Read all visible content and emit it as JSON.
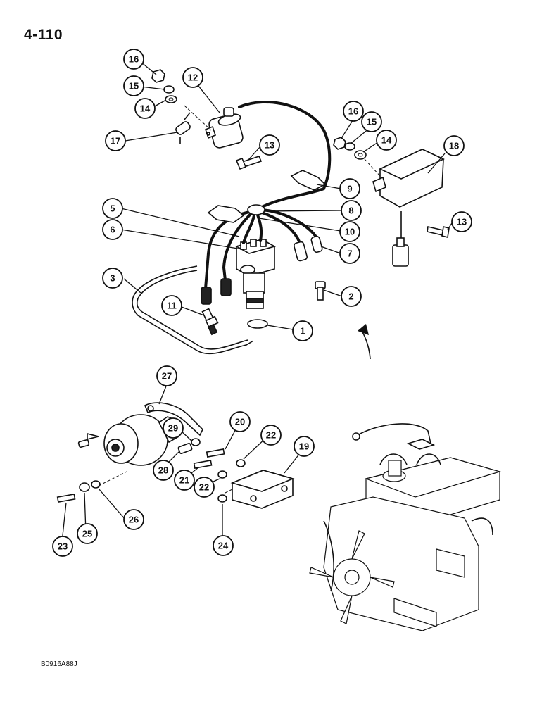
{
  "page": {
    "number": "4-110",
    "figure_code": "B0916A88J"
  },
  "callouts": [
    "1",
    "2",
    "3",
    "5",
    "6",
    "7",
    "8",
    "9",
    "10",
    "11",
    "12",
    "13",
    "13",
    "14",
    "14",
    "15",
    "15",
    "16",
    "16",
    "17",
    "18",
    "19",
    "20",
    "21",
    "22",
    "22",
    "23",
    "24",
    "25",
    "26",
    "27",
    "28",
    "29"
  ]
}
